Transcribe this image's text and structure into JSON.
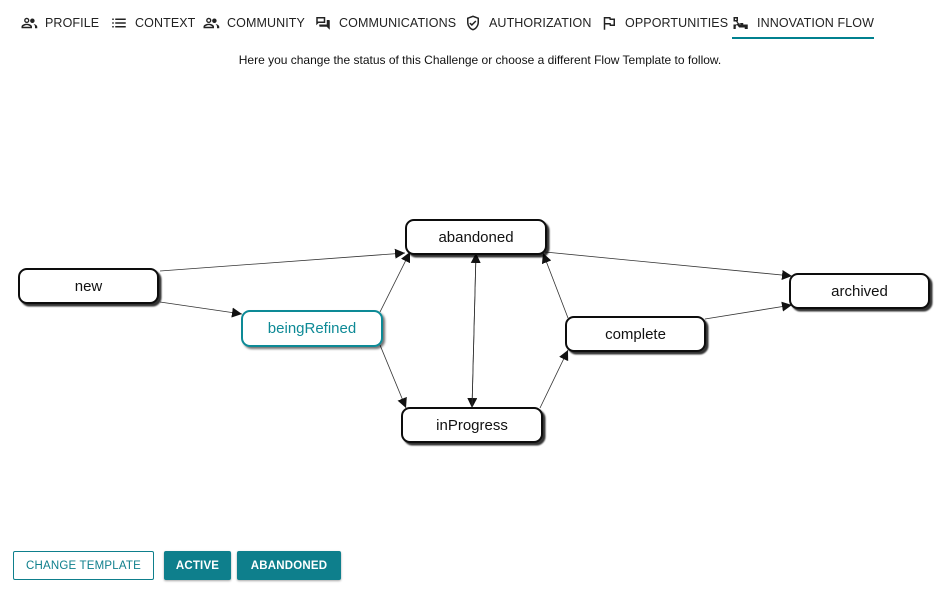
{
  "tabs": [
    {
      "label": "PROFILE",
      "icon": "people-icon"
    },
    {
      "label": "CONTEXT",
      "icon": "list-icon"
    },
    {
      "label": "COMMUNITY",
      "icon": "people-icon"
    },
    {
      "label": "COMMUNICATIONS",
      "icon": "forum-icon"
    },
    {
      "label": "AUTHORIZATION",
      "icon": "shield-check-icon"
    },
    {
      "label": "OPPORTUNITIES",
      "icon": "flag-icon"
    },
    {
      "label": "INNOVATION FLOW",
      "icon": "flow-icon",
      "active": true
    }
  ],
  "subtitle": "Here you change the status of this Challenge or choose a different Flow Template to follow.",
  "flow": {
    "states": [
      "new",
      "beingRefined",
      "abandoned",
      "inProgress",
      "complete",
      "archived"
    ],
    "current_state": "beingRefined",
    "transitions": [
      [
        "new",
        "abandoned"
      ],
      [
        "new",
        "beingRefined"
      ],
      [
        "beingRefined",
        "abandoned"
      ],
      [
        "beingRefined",
        "inProgress"
      ],
      [
        "abandoned",
        "inProgress"
      ],
      [
        "inProgress",
        "abandoned"
      ],
      [
        "inProgress",
        "complete"
      ],
      [
        "complete",
        "abandoned"
      ],
      [
        "abandoned",
        "archived"
      ],
      [
        "complete",
        "archived"
      ]
    ]
  },
  "buttons": {
    "change_template": "CHANGE TEMPLATE",
    "active": "ACTIVE",
    "abandoned": "ABANDONED"
  },
  "colors": {
    "accent": "#0e7f8c"
  }
}
